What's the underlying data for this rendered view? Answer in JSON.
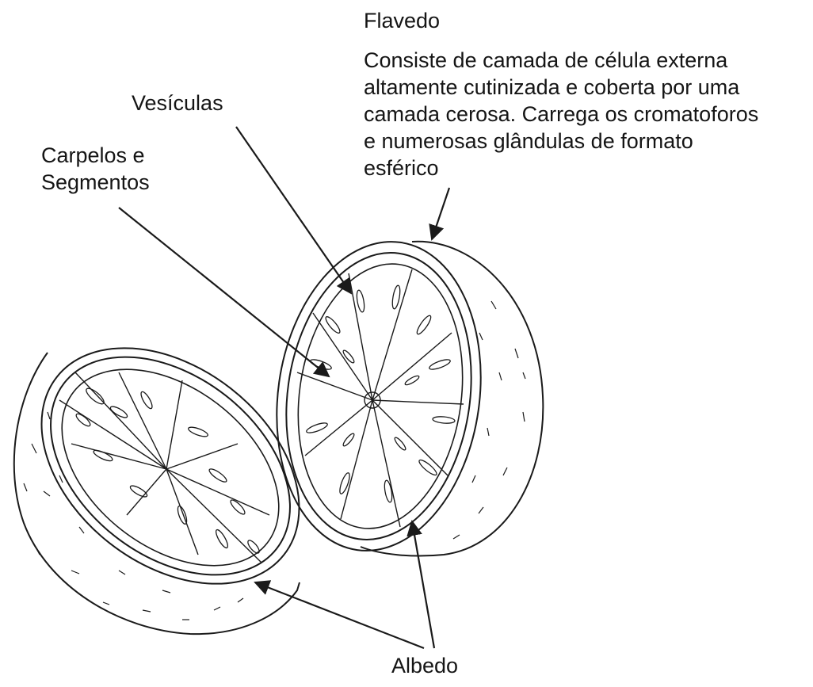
{
  "labels": {
    "flavedo": "Flavedo",
    "flavedo_description": [
      "Consiste de camada de célula externa",
      "altamente cutinizada e coberta por uma",
      "camada cerosa. Carrega os cromatoforos",
      "e numerosas glândulas de formato",
      "esférico"
    ],
    "vesiculas": "Vesículas",
    "carpelos": [
      "Carpelos e",
      "Segmentos"
    ],
    "albedo": "Albedo"
  },
  "colors": {
    "line": "#1a1a1a",
    "background": "#ffffff"
  }
}
